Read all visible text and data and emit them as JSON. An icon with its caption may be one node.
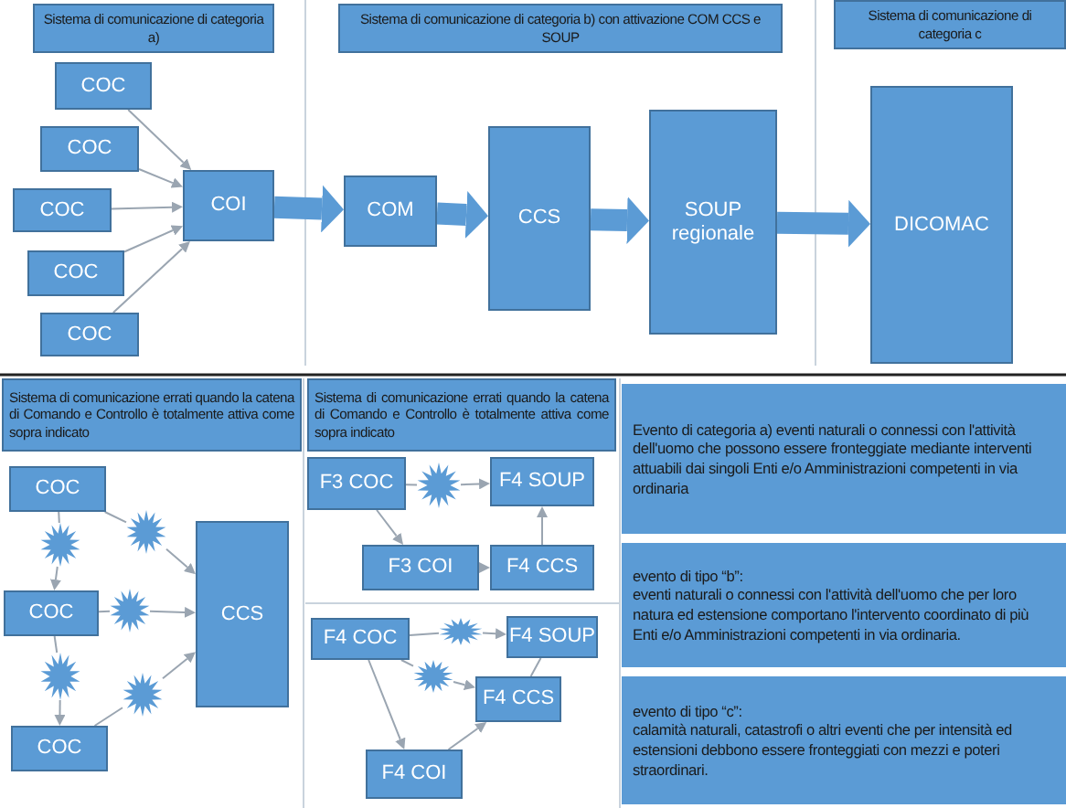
{
  "diagram": {
    "nodes": [
      {
        "text": [
          "Sistema di comunicazione di categoria a)"
        ]
      },
      {
        "text": [
          "Sistema di comunicazione di categoria b) con attivazione COM CCS e SOUP"
        ]
      },
      {
        "text": [
          "Sistema di comunicazione di categoria c"
        ]
      },
      {
        "text": [
          "COC"
        ]
      },
      {
        "text": [
          "COC"
        ]
      },
      {
        "text": [
          "COC"
        ]
      },
      {
        "text": [
          "COC"
        ]
      },
      {
        "text": [
          "COC"
        ]
      },
      {
        "text": [
          "COI"
        ]
      },
      {
        "text": [
          "COM"
        ]
      },
      {
        "text": [
          "CCS"
        ]
      },
      {
        "text": [
          "SOUP regionale"
        ]
      },
      {
        "text": [
          "DICOMAC"
        ]
      },
      {
        "text": [
          "Sistema di comunicazione errati quando la catena di Comando e Controllo è totalmente attiva come sopra indicato"
        ]
      },
      {
        "text": [
          "COC"
        ]
      },
      {
        "text": [
          "COC"
        ]
      },
      {
        "text": [
          "COC"
        ]
      },
      {
        "text": [
          "CCS"
        ]
      },
      {
        "text": [],
        "shape": "star"
      },
      {
        "text": [],
        "shape": "star"
      },
      {
        "text": [],
        "shape": "star"
      },
      {
        "text": [],
        "shape": "star"
      },
      {
        "text": [],
        "shape": "star"
      },
      {
        "text": [
          "Sistema di comunicazione errati quando la catena di Comando e Controllo è totalmente attiva come sopra indicato"
        ]
      },
      {
        "text": [
          "F3 COC"
        ]
      },
      {
        "text": [
          "F4 SOUP"
        ]
      },
      {
        "text": [
          "F3 COI"
        ]
      },
      {
        "text": [
          "F4 CCS"
        ]
      },
      {
        "text": [],
        "shape": "star"
      },
      {
        "text": [
          "F4 COC"
        ]
      },
      {
        "text": [
          "F4 SOUP"
        ]
      },
      {
        "text": [
          "F4 CCS"
        ]
      },
      {
        "text": [
          "F4 COI"
        ]
      },
      {
        "text": [],
        "shape": "star"
      },
      {
        "text": [],
        "shape": "star"
      },
      {
        "text": [
          "Evento di categoria a) eventi naturali o connessi con l'attività dell'uomo che possono essere fronteggiate mediante interventi attuabili dai singoli Enti e/o Amministrazioni competenti in via ordinaria"
        ]
      },
      {
        "text": [
          "evento di tipo “b”:",
          "eventi naturali o connessi con l'attività dell'uomo che per loro natura ed estensione comportano l'intervento coordinato di più Enti e/o Amministrazioni competenti in via ordinaria."
        ]
      },
      {
        "text": [
          "evento di tipo “c”:",
          "calamità naturali, catastrofi o altri eventi che per intensità ed estensioni debbono essere fronteggiati con mezzi e poteri straordinari."
        ]
      }
    ],
    "edges": [
      {
        "from": 3,
        "to": 8,
        "arrow": "to"
      },
      {
        "from": 4,
        "to": 8,
        "arrow": "to"
      },
      {
        "from": 5,
        "to": 8,
        "arrow": "to"
      },
      {
        "from": 6,
        "to": 8,
        "arrow": "to"
      },
      {
        "from": 7,
        "to": 8,
        "arrow": "to"
      },
      {
        "from": 8,
        "to": 9,
        "arrow": "to",
        "style": "thick"
      },
      {
        "from": 9,
        "to": 10,
        "arrow": "to",
        "style": "thick"
      },
      {
        "from": 10,
        "to": 11,
        "arrow": "to",
        "style": "thick"
      },
      {
        "from": 11,
        "to": 12,
        "arrow": "to",
        "style": "thick"
      },
      {
        "from": 14,
        "to": 18,
        "arrow": "none"
      },
      {
        "from": 18,
        "to": 15,
        "arrow": "to"
      },
      {
        "from": 15,
        "to": 19,
        "arrow": "none"
      },
      {
        "from": 19,
        "to": 16,
        "arrow": "to"
      },
      {
        "from": 15,
        "to": 20,
        "arrow": "none"
      },
      {
        "from": 20,
        "to": 17,
        "arrow": "to"
      },
      {
        "from": 16,
        "to": 21,
        "arrow": "none"
      },
      {
        "from": 21,
        "to": 17,
        "arrow": "to"
      },
      {
        "from": 14,
        "to": 22,
        "arrow": "none"
      },
      {
        "from": 22,
        "to": 17,
        "arrow": "to"
      },
      {
        "from": 24,
        "to": 28,
        "arrow": "none"
      },
      {
        "from": 28,
        "to": 25,
        "arrow": "to"
      },
      {
        "from": 24,
        "to": 26,
        "arrow": "to"
      },
      {
        "from": 26,
        "to": 27,
        "arrow": "to"
      },
      {
        "from": 27,
        "to": 25,
        "arrow": "to"
      },
      {
        "from": 29,
        "to": 34,
        "arrow": "none"
      },
      {
        "from": 34,
        "to": 30,
        "arrow": "to"
      },
      {
        "from": 29,
        "to": 33,
        "arrow": "none"
      },
      {
        "from": 33,
        "to": 31,
        "arrow": "to"
      },
      {
        "from": 29,
        "to": 32,
        "arrow": "to"
      },
      {
        "from": 32,
        "to": 31,
        "arrow": "to"
      },
      {
        "from": 31,
        "to": 30,
        "arrow": "none"
      }
    ]
  }
}
